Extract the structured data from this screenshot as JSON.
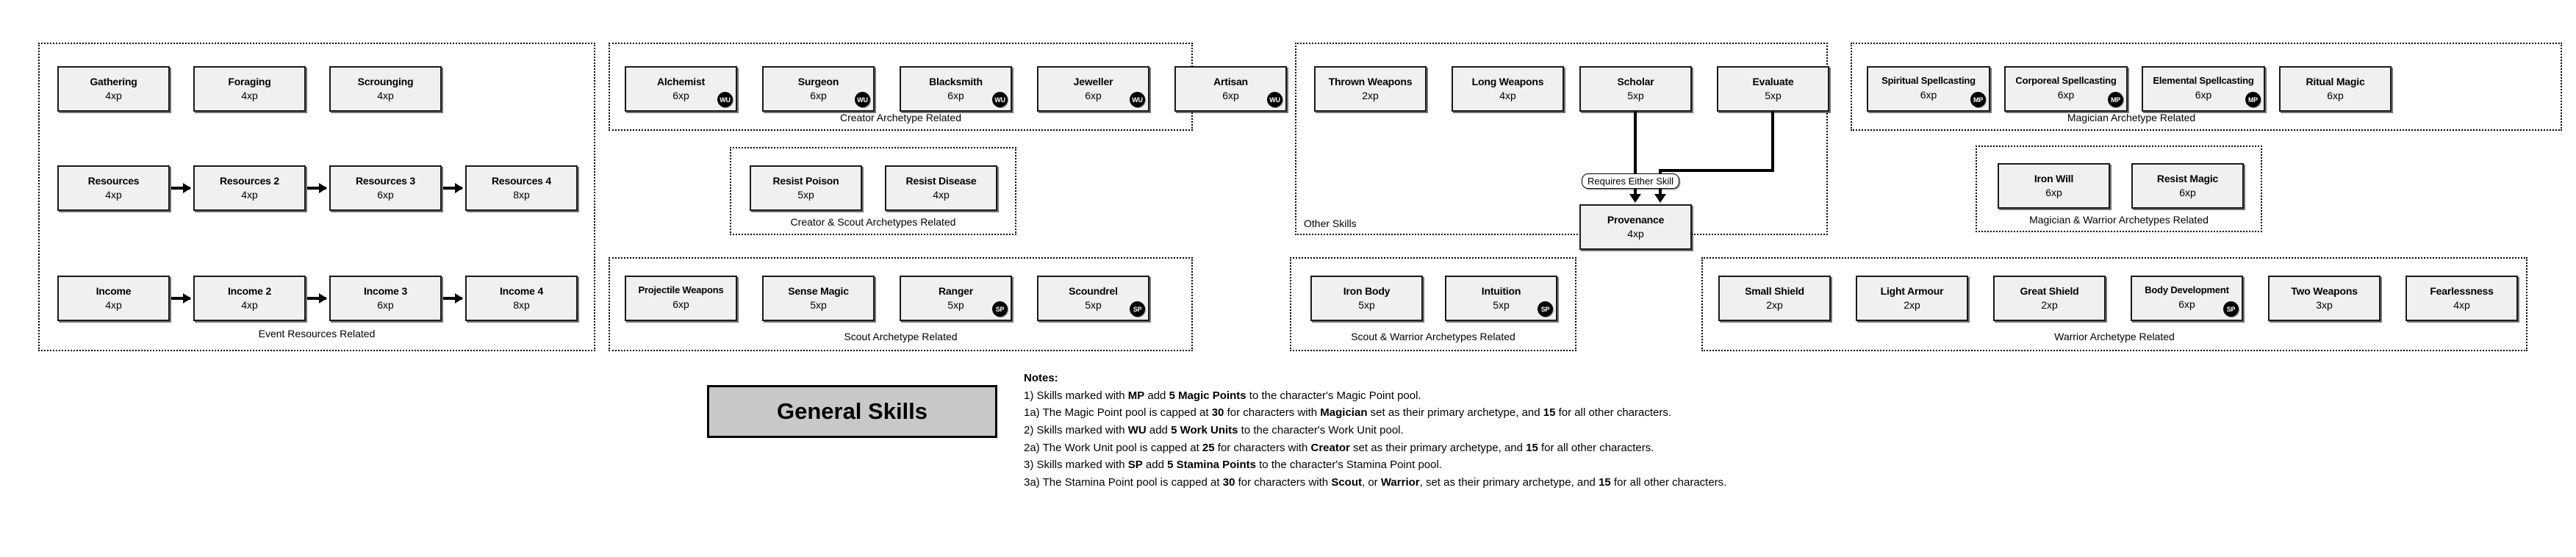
{
  "title_box": {
    "label": "General Skills"
  },
  "groups": [
    {
      "id": "event-resources",
      "label": "Event Resources Related"
    },
    {
      "id": "creator-archetype",
      "label": "Creator Archetype Related"
    },
    {
      "id": "creator-scout-archetypes",
      "label": "Creator & Scout Archetypes Related"
    },
    {
      "id": "scout-archetype",
      "label": "Scout Archetype Related"
    },
    {
      "id": "other-skills",
      "label": "Other Skills"
    },
    {
      "id": "scout-warrior-archetypes",
      "label": "Scout & Warrior Archetypes Related"
    },
    {
      "id": "magician-archetype",
      "label": "Magician Archetype Related"
    },
    {
      "id": "magician-warrior-archetypes",
      "label": "Magician & Warrior Archetypes Related"
    },
    {
      "id": "warrior-archetype",
      "label": "Warrior Archetype Related"
    }
  ],
  "skills": {
    "gathering": {
      "name": "Gathering",
      "xp": "4xp",
      "badge": ""
    },
    "foraging": {
      "name": "Foraging",
      "xp": "4xp",
      "badge": ""
    },
    "scrounging": {
      "name": "Scrounging",
      "xp": "4xp",
      "badge": ""
    },
    "resources": {
      "name": "Resources",
      "xp": "4xp",
      "badge": ""
    },
    "resources2": {
      "name": "Resources 2",
      "xp": "4xp",
      "badge": ""
    },
    "resources3": {
      "name": "Resources 3",
      "xp": "6xp",
      "badge": ""
    },
    "resources4": {
      "name": "Resources 4",
      "xp": "8xp",
      "badge": ""
    },
    "income": {
      "name": "Income",
      "xp": "4xp",
      "badge": ""
    },
    "income2": {
      "name": "Income 2",
      "xp": "4xp",
      "badge": ""
    },
    "income3": {
      "name": "Income 3",
      "xp": "6xp",
      "badge": ""
    },
    "income4": {
      "name": "Income 4",
      "xp": "8xp",
      "badge": ""
    },
    "alchemist": {
      "name": "Alchemist",
      "xp": "6xp",
      "badge": "WU"
    },
    "surgeon": {
      "name": "Surgeon",
      "xp": "6xp",
      "badge": "WU"
    },
    "blacksmith": {
      "name": "Blacksmith",
      "xp": "6xp",
      "badge": "WU"
    },
    "jeweller": {
      "name": "Jeweller",
      "xp": "6xp",
      "badge": "WU"
    },
    "artisan": {
      "name": "Artisan",
      "xp": "6xp",
      "badge": "WU"
    },
    "resist_poison": {
      "name": "Resist Poison",
      "xp": "5xp",
      "badge": ""
    },
    "resist_disease": {
      "name": "Resist Disease",
      "xp": "4xp",
      "badge": ""
    },
    "projectile_weapons": {
      "name": "Projectile Weapons",
      "xp": "6xp",
      "badge": ""
    },
    "sense_magic": {
      "name": "Sense Magic",
      "xp": "5xp",
      "badge": ""
    },
    "ranger": {
      "name": "Ranger",
      "xp": "5xp",
      "badge": "SP"
    },
    "scoundrel": {
      "name": "Scoundrel",
      "xp": "5xp",
      "badge": "SP"
    },
    "thrown_weapons": {
      "name": "Thrown Weapons",
      "xp": "2xp",
      "badge": ""
    },
    "long_weapons": {
      "name": "Long Weapons",
      "xp": "4xp",
      "badge": ""
    },
    "scholar": {
      "name": "Scholar",
      "xp": "5xp",
      "badge": ""
    },
    "evaluate": {
      "name": "Evaluate",
      "xp": "5xp",
      "badge": ""
    },
    "provenance": {
      "name": "Provenance",
      "xp": "4xp",
      "badge": ""
    },
    "iron_body": {
      "name": "Iron Body",
      "xp": "5xp",
      "badge": ""
    },
    "intuition": {
      "name": "Intuition",
      "xp": "5xp",
      "badge": "SP"
    },
    "spiritual_spellcasting": {
      "name": "Spiritual Spellcasting",
      "xp": "6xp",
      "badge": "MP"
    },
    "corporeal_spellcasting": {
      "name": "Corporeal Spellcasting",
      "xp": "6xp",
      "badge": "MP"
    },
    "elemental_spellcasting": {
      "name": "Elemental Spellcasting",
      "xp": "6xp",
      "badge": "MP"
    },
    "ritual_magic": {
      "name": "Ritual Magic",
      "xp": "6xp",
      "badge": ""
    },
    "iron_will": {
      "name": "Iron Will",
      "xp": "6xp",
      "badge": ""
    },
    "resist_magic": {
      "name": "Resist Magic",
      "xp": "6xp",
      "badge": ""
    },
    "small_shield": {
      "name": "Small Shield",
      "xp": "2xp",
      "badge": ""
    },
    "light_armour": {
      "name": "Light Armour",
      "xp": "2xp",
      "badge": ""
    },
    "great_shield": {
      "name": "Great Shield",
      "xp": "2xp",
      "badge": ""
    },
    "body_development": {
      "name": "Body Development",
      "xp": "6xp",
      "badge": "SP"
    },
    "two_weapons": {
      "name": "Two Weapons",
      "xp": "3xp",
      "badge": ""
    },
    "fearlessness": {
      "name": "Fearlessness",
      "xp": "4xp",
      "badge": ""
    }
  },
  "connectors": {
    "requires_either_skill": "Requires Either Skill"
  },
  "notes": {
    "heading": "Notes:",
    "lines": [
      "1) Skills marked with <b>MP</b> add <b>5 Magic Points</b> to the character's Magic Point pool.",
      "1a) The Magic Point pool is capped at <b>30</b> for characters with <b>Magician</b> set as their primary archetype, and <b>15</b> for all other characters.",
      "2) Skills marked with <b>WU</b> add <b>5 Work Units</b> to the character's Work Unit pool.",
      "2a) The Work Unit pool is capped at <b>25</b> for characters with <b>Creator</b> set as their primary archetype, and <b>15</b> for all other characters.",
      "3) Skills marked with <b>SP</b> add <b>5 Stamina Points</b> to the character's Stamina Point pool.",
      "3a) The Stamina Point pool is capped at <b>30</b> for characters with <b>Scout</b>, or <b>Warrior</b>, set as their primary archetype, and <b>15</b> for all other characters."
    ]
  },
  "colors": {
    "node_fill": "#f0f0f0",
    "node_border": "#1a1a1a",
    "badge_fill": "#000000",
    "title_fill": "#c8c8c8",
    "group_border": "#000000"
  }
}
